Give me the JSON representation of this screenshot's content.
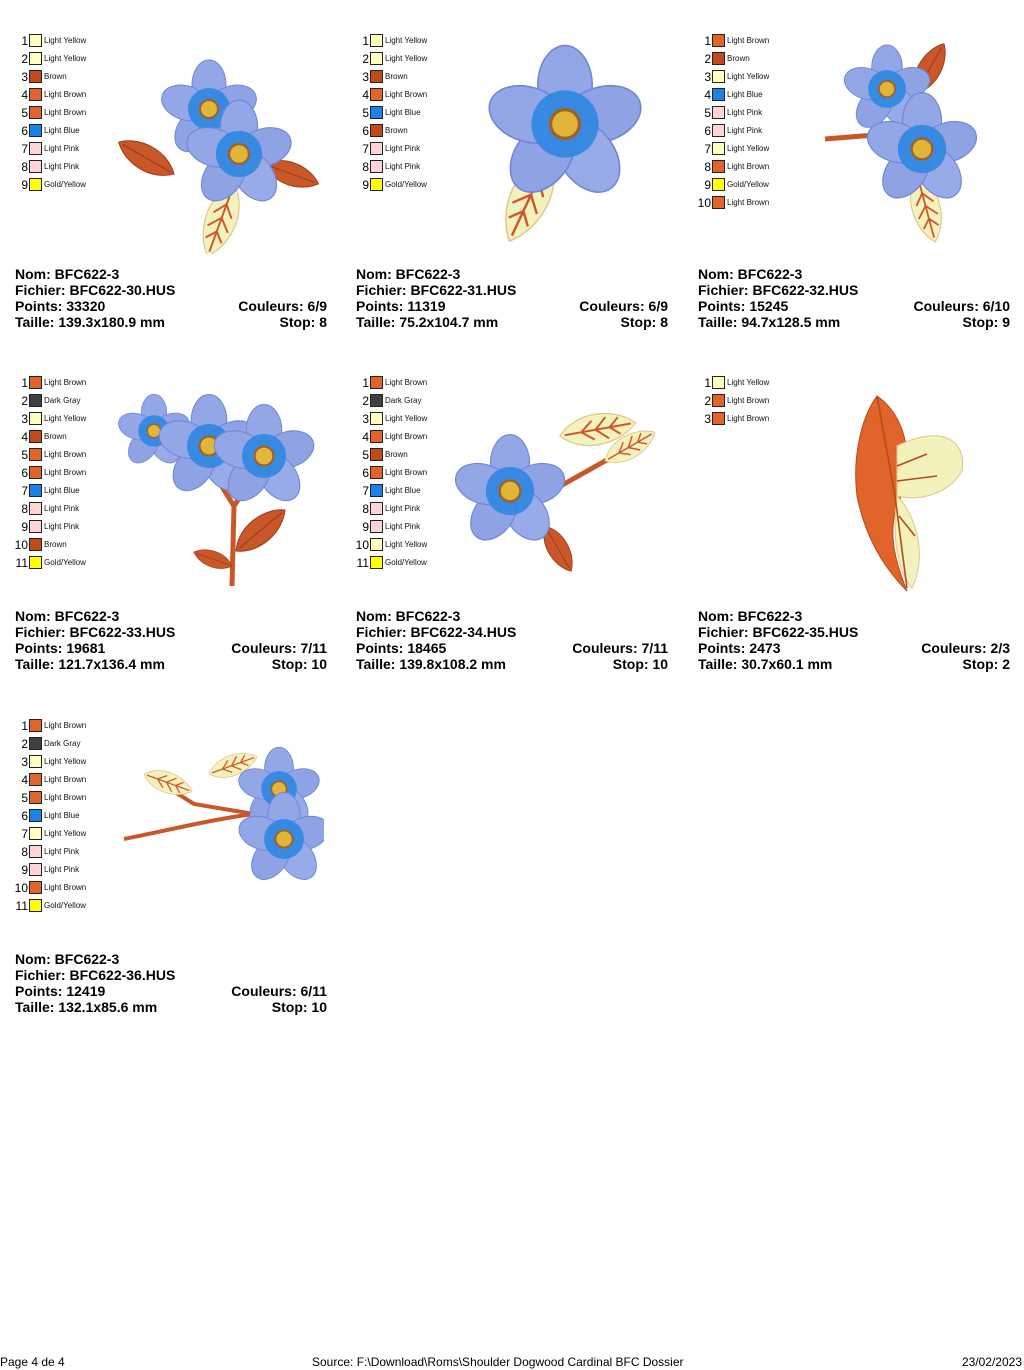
{
  "colors": {
    "Light Yellow": "#ffffc0",
    "Brown": "#c04a1c",
    "Light Brown": "#e0642c",
    "Light Blue": "#1a82e8",
    "Light Pink": "#ffd4d8",
    "Gold/Yellow": "#ffff00",
    "Dark Gray": "#404040"
  },
  "labels": {
    "nom": "Nom:",
    "fichier": "Fichier:",
    "points": "Points:",
    "couleurs": "Couleurs:",
    "taille": "Taille:",
    "stop": "Stop:"
  },
  "designs": [
    {
      "nom": "BFC622-3",
      "fichier": "BFC622-30.HUS",
      "points": "33320",
      "couleurs": "6/9",
      "taille": "139.3x180.9 mm",
      "stop": "8",
      "thread_list": [
        "Light Yellow",
        "Light Yellow",
        "Brown",
        "Light Brown",
        "Light Brown",
        "Light Blue",
        "Light Pink",
        "Light Pink",
        "Gold/Yellow"
      ]
    },
    {
      "nom": "BFC622-3",
      "fichier": "BFC622-31.HUS",
      "points": "11319",
      "couleurs": "6/9",
      "taille": "75.2x104.7 mm",
      "stop": "8",
      "thread_list": [
        "Light Yellow",
        "Light Yellow",
        "Brown",
        "Light Brown",
        "Light Blue",
        "Brown",
        "Light Pink",
        "Light Pink",
        "Gold/Yellow"
      ]
    },
    {
      "nom": "BFC622-3",
      "fichier": "BFC622-32.HUS",
      "points": "15245",
      "couleurs": "6/10",
      "taille": "94.7x128.5 mm",
      "stop": "9",
      "thread_list": [
        "Light Brown",
        "Brown",
        "Light Yellow",
        "Light Blue",
        "Light Pink",
        "Light Pink",
        "Light Yellow",
        "Light Brown",
        "Gold/Yellow",
        "Light Brown"
      ]
    },
    {
      "nom": "BFC622-3",
      "fichier": "BFC622-33.HUS",
      "points": "19681",
      "couleurs": "7/11",
      "taille": "121.7x136.4 mm",
      "stop": "10",
      "thread_list": [
        "Light Brown",
        "Dark Gray",
        "Light Yellow",
        "Brown",
        "Light Brown",
        "Light Brown",
        "Light Blue",
        "Light Pink",
        "Light Pink",
        "Brown",
        "Gold/Yellow"
      ]
    },
    {
      "nom": "BFC622-3",
      "fichier": "BFC622-34.HUS",
      "points": "18465",
      "couleurs": "7/11",
      "taille": "139.8x108.2 mm",
      "stop": "10",
      "thread_list": [
        "Light Brown",
        "Dark Gray",
        "Light Yellow",
        "Light Brown",
        "Brown",
        "Light Brown",
        "Light Blue",
        "Light Pink",
        "Light Pink",
        "Light Yellow",
        "Gold/Yellow"
      ]
    },
    {
      "nom": "BFC622-3",
      "fichier": "BFC622-35.HUS",
      "points": "2473",
      "couleurs": "2/3",
      "taille": "30.7x60.1 mm",
      "stop": "2",
      "thread_list": [
        "Light Yellow",
        "Light Brown",
        "Light Brown"
      ]
    },
    {
      "nom": "BFC622-3",
      "fichier": "BFC622-36.HUS",
      "points": "12419",
      "couleurs": "6/11",
      "taille": "132.1x85.6 mm",
      "stop": "10",
      "thread_list": [
        "Light Brown",
        "Dark Gray",
        "Light Yellow",
        "Light Brown",
        "Light Brown",
        "Light Blue",
        "Light Yellow",
        "Light Pink",
        "Light Pink",
        "Light Brown",
        "Gold/Yellow"
      ]
    }
  ],
  "footer": {
    "page": "Page 4 de 4",
    "source": "Source: F:\\Download\\Roms\\Shoulder Dogwood Cardinal BFC Dossier",
    "date": "23/02/2023"
  }
}
